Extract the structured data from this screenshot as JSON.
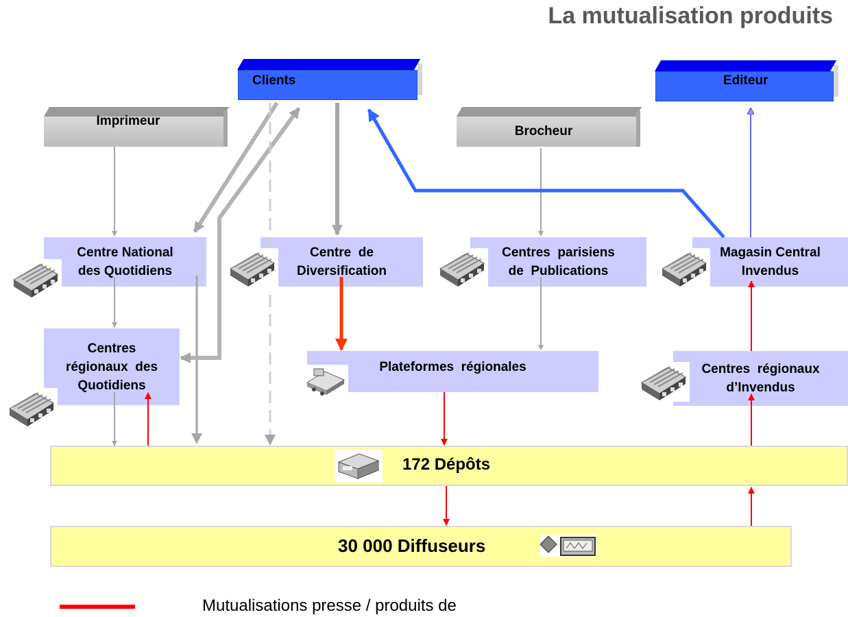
{
  "title": "La mutualisation produits",
  "nodes": {
    "clients": "Clients",
    "editeur": "Editeur",
    "imprimeur": "Imprimeur",
    "brocheur": "Brocheur",
    "centre_national_l1": "Centre National",
    "centre_national_l2": "des Quotidiens",
    "centre_diversification_l1": "Centre  de",
    "centre_diversification_l2": "Diversification",
    "centres_parisiens_l1": "Centres  parisiens",
    "centres_parisiens_l2": "de  Publications",
    "magasin_central_l1": "Magasin Central",
    "magasin_central_l2": "Invendus",
    "centres_regionaux_quot_l1": "Centres",
    "centres_regionaux_quot_l2": "régionaux  des",
    "centres_regionaux_quot_l3": "Quotidiens",
    "plateformes_regionales": "Plateformes  régionales",
    "centres_regionaux_invendus_l1": "Centres  régionaux",
    "centres_regionaux_invendus_l2": "d’Invendus",
    "depots": "172 Dépôts",
    "diffuseurs": "30 000 Diffuseurs"
  },
  "legend": {
    "text": "Mutualisations presse / produits de",
    "color": "#ff0000"
  },
  "colors": {
    "grey_arrow": "#a6a6a6",
    "blue_arrow": "#3366ff",
    "red_arrow": "#ff0000",
    "lavender": "#ccccff",
    "yellow": "#ffff9f"
  },
  "icons": [
    "factory-icon",
    "conveyor-icon",
    "depot-building-icon",
    "diffuseur-shop-icon"
  ]
}
